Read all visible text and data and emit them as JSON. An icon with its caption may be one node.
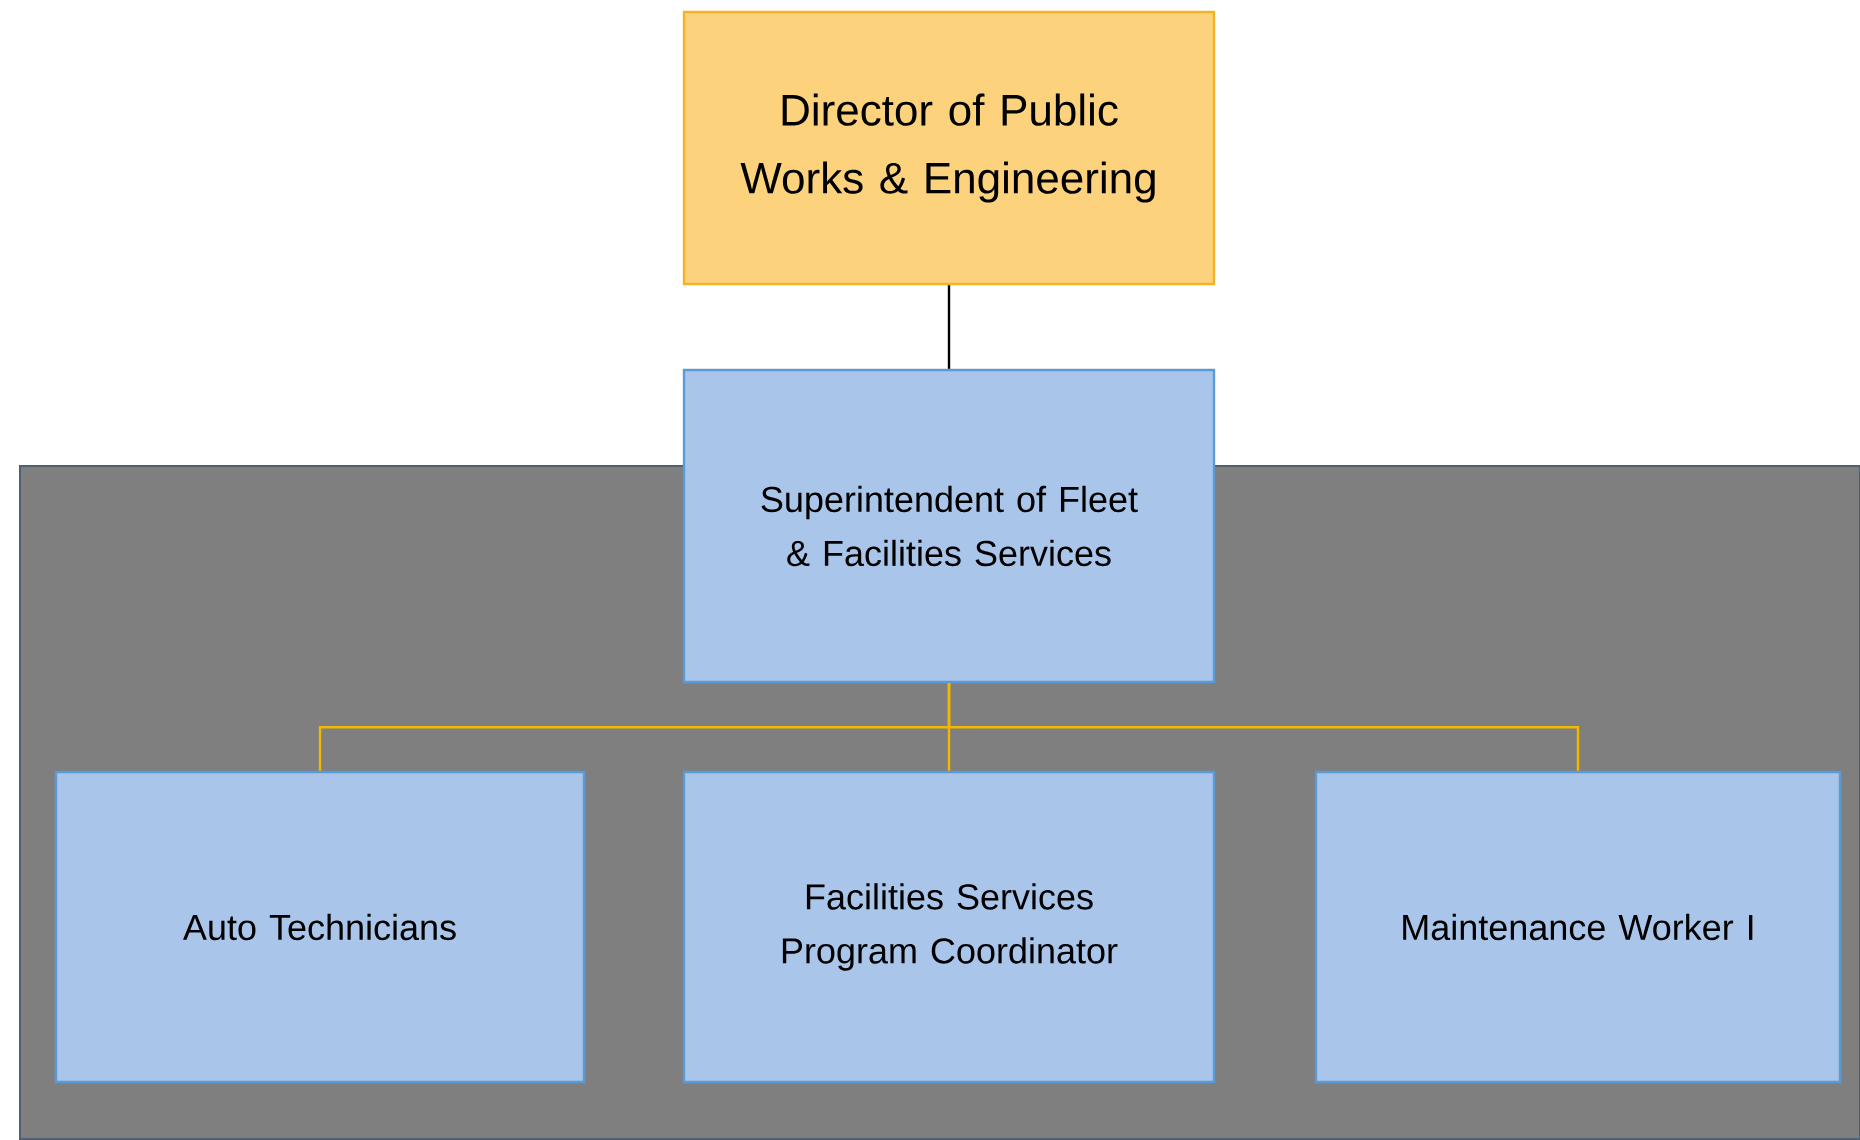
{
  "diagram": {
    "nodes": [
      {
        "text": [
          "Director of Public Works & Engineering"
        ]
      },
      {
        "text": [
          "Superintendent of Fleet & Facilities Services"
        ]
      },
      {
        "text": [
          "Auto Technicians"
        ]
      },
      {
        "text": [
          "Facilities Services Program Coordinator"
        ]
      },
      {
        "text": [
          "Maintenance Worker I"
        ]
      }
    ],
    "edges": [
      {
        "from": 0,
        "to": 1,
        "arrow": "none",
        "color": "#000000"
      },
      {
        "from": 1,
        "to": 2,
        "arrow": "none"
      },
      {
        "from": 1,
        "to": 3,
        "arrow": "none"
      },
      {
        "from": 1,
        "to": 4,
        "arrow": "none"
      }
    ]
  }
}
